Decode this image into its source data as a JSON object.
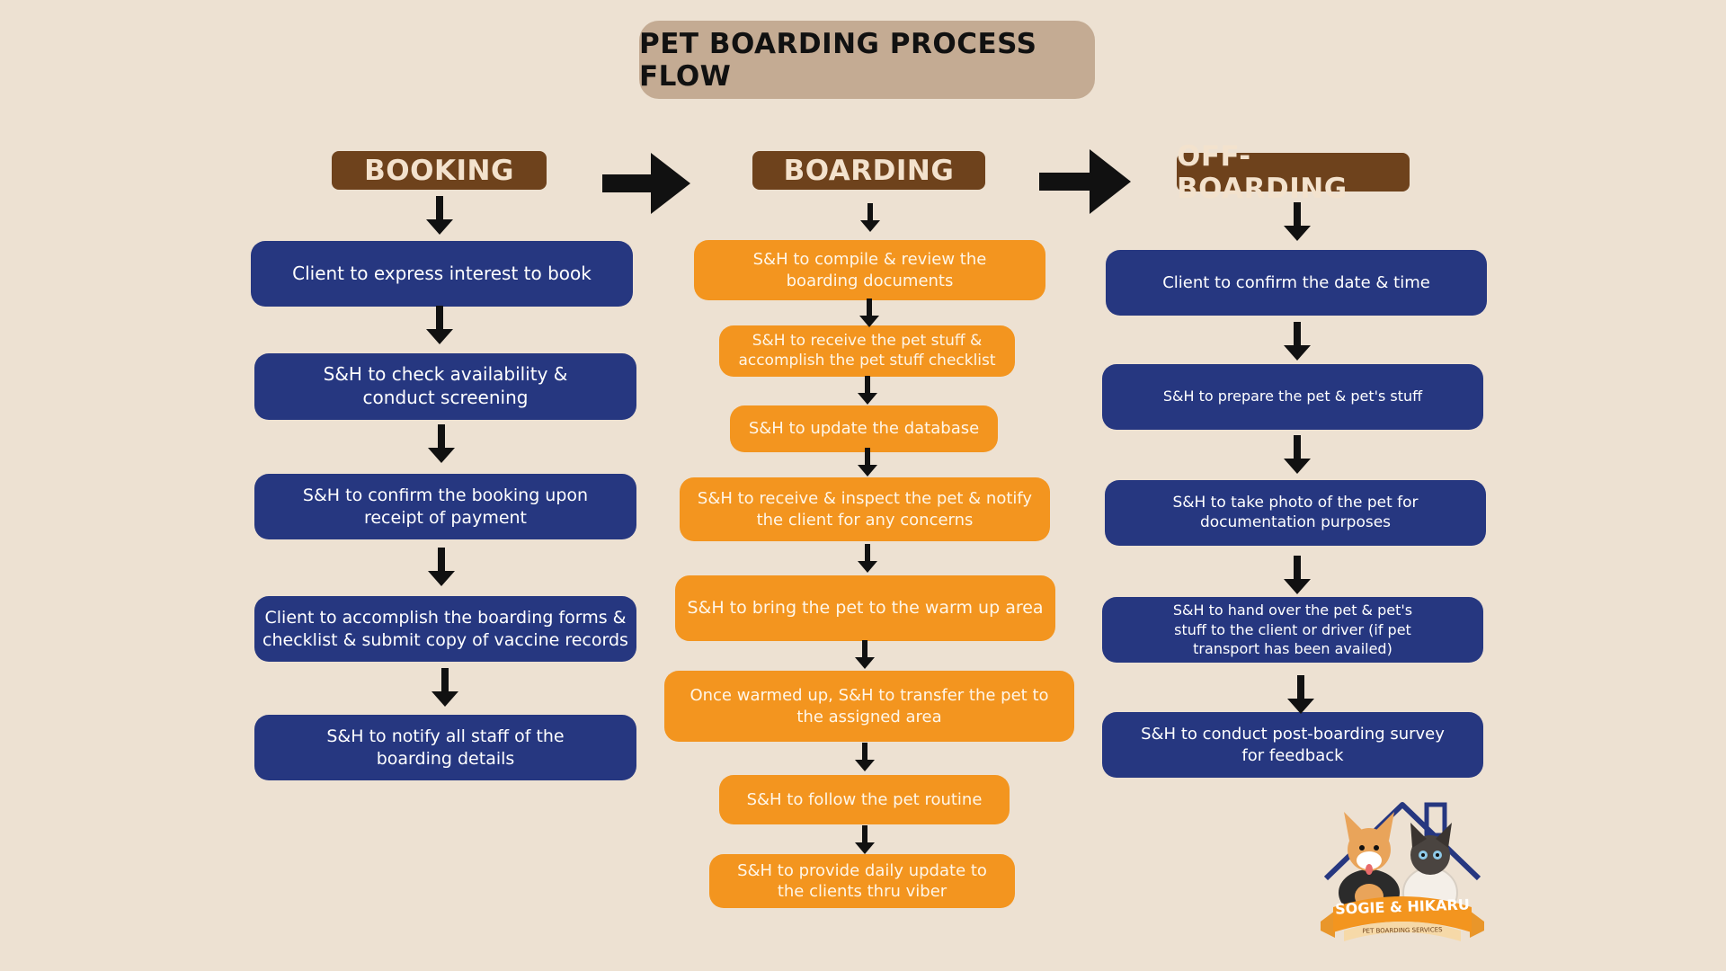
{
  "title": "PET BOARDING PROCESS FLOW",
  "colors": {
    "background": "#ede1d2",
    "title_box": "#c4ab93",
    "phase_header": "#6e421c",
    "booking_steps": "#263780",
    "boarding_steps": "#f3951f",
    "arrow": "#111111"
  },
  "phases": [
    {
      "name": "BOOKING",
      "steps": [
        "Client to express interest to book",
        "S&H to check availability &\nconduct screening",
        "S&H to confirm the booking upon\nreceipt of payment",
        "Client to accomplish the boarding forms &\nchecklist & submit copy of vaccine records",
        "S&H to notify all staff of the\nboarding details"
      ]
    },
    {
      "name": "BOARDING",
      "steps": [
        "S&H to compile & review the\nboarding documents",
        "S&H to receive the pet stuff &\naccomplish the pet stuff checklist",
        "S&H to update the database",
        "S&H to receive & inspect the pet & notify\nthe client for any concerns",
        "S&H to bring the pet to the warm up area",
        "Once warmed up, S&H to transfer the pet to\nthe assigned area",
        "S&H to follow the pet routine",
        "S&H to provide daily update to\nthe clients thru viber"
      ]
    },
    {
      "name": "OFF-BOARDING",
      "steps": [
        "Client to confirm the date & time",
        "S&H to prepare the pet  & pet's stuff",
        "S&H to take photo of the pet for\ndocumentation purposes",
        "S&H to hand over the pet & pet's\nstuff to the client or driver (if pet\ntransport has been availed)",
        "S&H to conduct post-boarding survey\nfor feedback"
      ]
    }
  ],
  "logo": {
    "icon": "sogie-hikaru-logo-icon",
    "name": "SOGIE & HIKARU",
    "tagline": "PET BOARDING SERVICES"
  }
}
